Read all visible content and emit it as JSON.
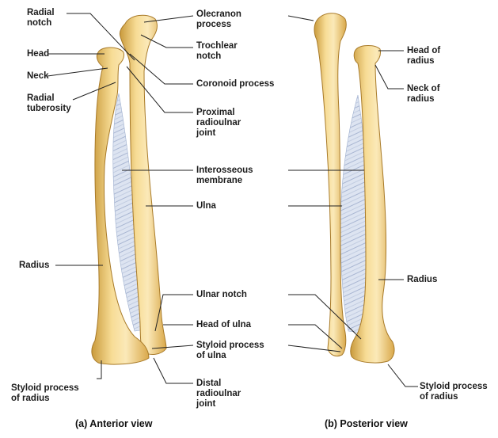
{
  "labels": {
    "radial_notch": "Radial\nnotch",
    "head": "Head",
    "neck": "Neck",
    "radial_tuberosity": "Radial\ntuberosity",
    "radius_a": "Radius",
    "styloid_radius_a": "Styloid process\nof radius",
    "olecranon": "Olecranon\nprocess",
    "trochlear_notch": "Trochlear\nnotch",
    "coronoid": "Coronoid process",
    "proximal_joint": "Proximal\nradioulnar\njoint",
    "interosseous": "Interosseous\nmembrane",
    "ulna": "Ulna",
    "ulnar_notch": "Ulnar notch",
    "head_of_ulna": "Head of ulna",
    "styloid_ulna": "Styloid process\nof ulna",
    "distal_joint": "Distal\nradioulnar\njoint",
    "head_of_radius": "Head of\nradius",
    "neck_of_radius": "Neck of\nradius",
    "radius_b": "Radius",
    "styloid_radius_b": "Styloid process\nof radius"
  },
  "captions": {
    "anterior": "(a) Anterior view",
    "posterior": "(b) Posterior view"
  },
  "colors": {
    "bone_fill": "#f2cf7d",
    "bone_light": "#fbe9b8",
    "bone_shade": "#c99a3c",
    "membrane": "#c8d2e6"
  }
}
